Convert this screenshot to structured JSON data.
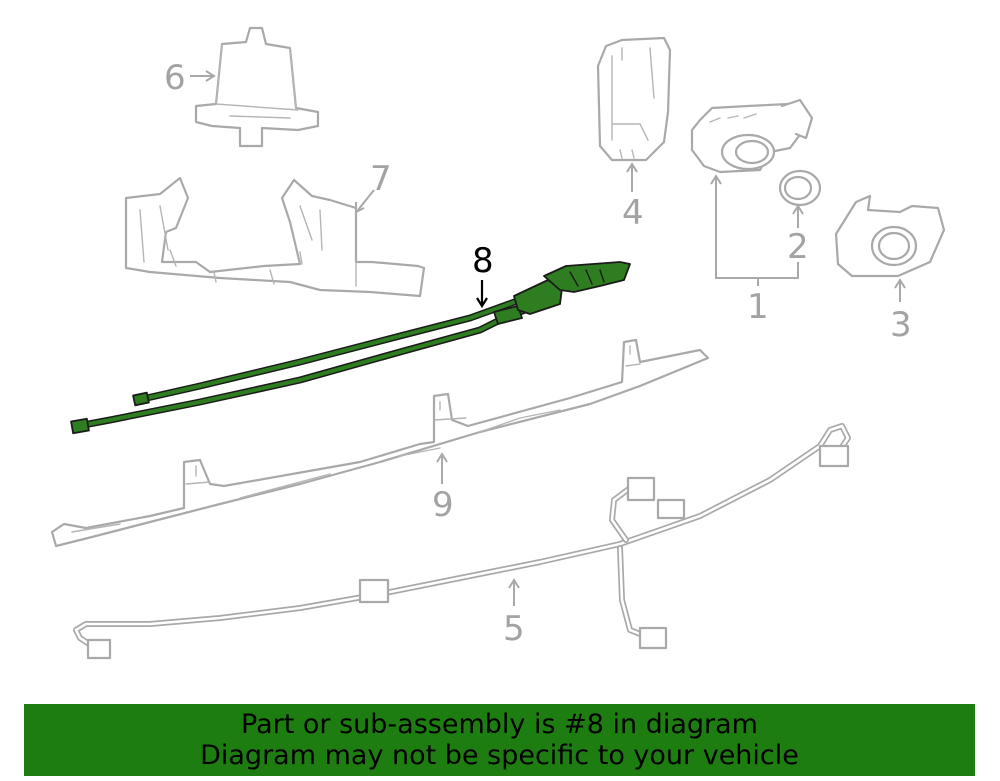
{
  "diagram": {
    "highlight_color": "#2e7d20",
    "line_color": "#a9a9a9",
    "callouts": [
      {
        "id": "1",
        "label": "1"
      },
      {
        "id": "2",
        "label": "2"
      },
      {
        "id": "3",
        "label": "3"
      },
      {
        "id": "4",
        "label": "4"
      },
      {
        "id": "5",
        "label": "5"
      },
      {
        "id": "6",
        "label": "6"
      },
      {
        "id": "7",
        "label": "7"
      },
      {
        "id": "8",
        "label": "8",
        "highlighted": true
      },
      {
        "id": "9",
        "label": "9"
      }
    ]
  },
  "footer": {
    "line1": "Part or sub-assembly is #8 in diagram",
    "line2": "Diagram may not be specific to your vehicle",
    "background_color": "#1e7d10"
  }
}
